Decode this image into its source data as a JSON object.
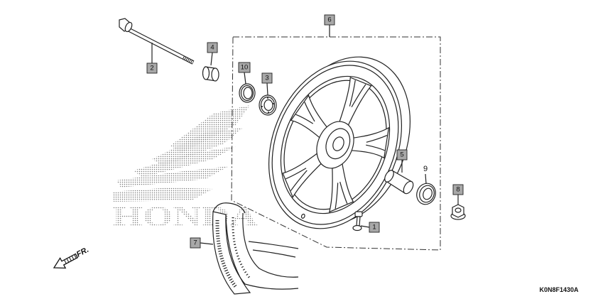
{
  "callouts": {
    "c1": "1",
    "c2": "2",
    "c3": "3",
    "c4": "4",
    "c5": "5",
    "c6": "6",
    "c7": "7",
    "c8": "8",
    "c9": "9",
    "c10": "10"
  },
  "direction_label": "FR.",
  "diagram_code": "K0N8F1430A",
  "logo_text": "HONDA",
  "colors": {
    "line": "#222222",
    "callout_fill": "#a8a8a8",
    "watermark_dots": "#7a7a7a"
  }
}
